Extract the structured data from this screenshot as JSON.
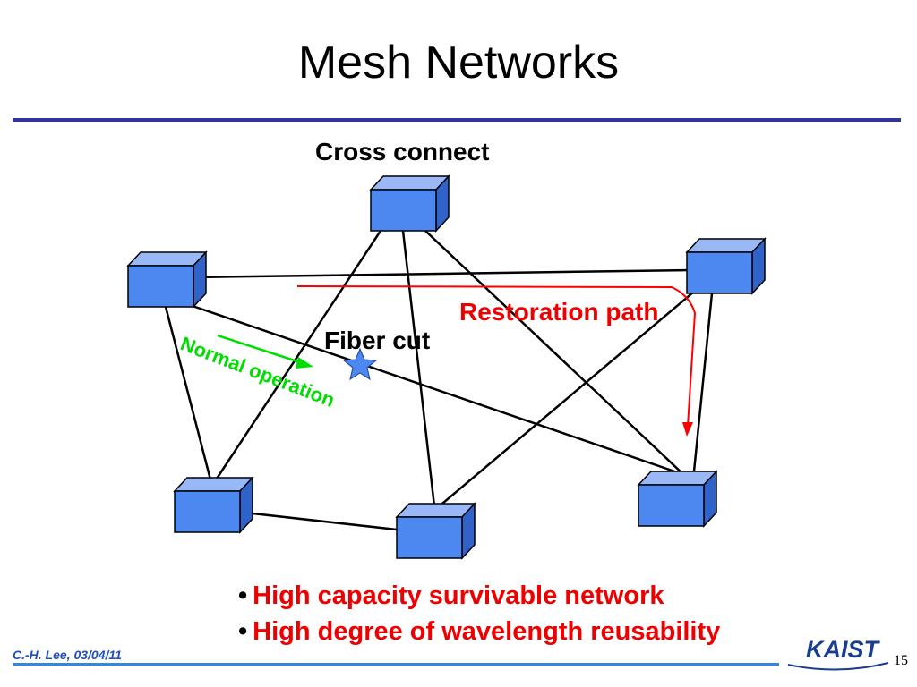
{
  "slide": {
    "title": "Mesh Networks",
    "page_number": "15",
    "author_date": "C.-H. Lee, 03/04/11"
  },
  "diagram": {
    "cross_connect_label": "Cross connect",
    "restoration_label": "Restoration path",
    "fiber_cut_label": "Fiber cut",
    "normal_operation_label": "Normal operation",
    "nodes": [
      "node-top",
      "node-left",
      "node-right",
      "node-bottom-left",
      "node-bottom-middle",
      "node-bottom-right"
    ]
  },
  "bullets": [
    "High capacity survivable network",
    "High degree of wavelength reusability"
  ],
  "logo": {
    "text": "KAIST"
  },
  "colors": {
    "rule": "#333399",
    "node_fill": "#4d88f0",
    "node_side": "#2f63c9",
    "node_top": "#9ab8f5",
    "restoration": "#ff0000",
    "normal": "#00dd00",
    "bullet_text": "#ee0000",
    "footer": "#2050c0",
    "footer_rule": "#3388dd",
    "logo": "#1a3d8f",
    "star": "#4d88f0"
  }
}
